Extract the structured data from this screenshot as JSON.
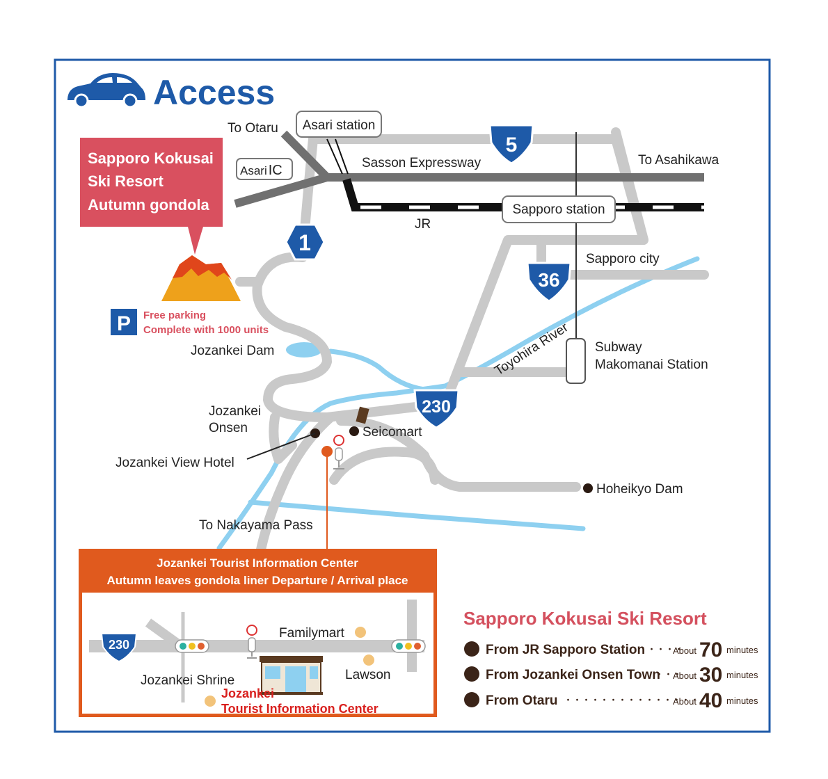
{
  "title": "Access",
  "colors": {
    "frame": "#1e5aa8",
    "road": "#c9c9c9",
    "expressway": "#707070",
    "river": "#8ed0f0",
    "shield": "#1e5aa8",
    "callout": "#d9505f",
    "mountain": "#eea11b",
    "info_box": "#e05a1e",
    "legend_title": "#d4505e",
    "legend_text": "#3b2418"
  },
  "icons": [
    "car-icon",
    "parking-icon",
    "mountain-icon",
    "bus-stop-icon",
    "traffic-light-icon",
    "building-icon"
  ],
  "resort_callout": {
    "line1": "Sapporo Kokusai",
    "line2": "Ski Resort",
    "line3": "Autumn gondola"
  },
  "parking": {
    "icon_letter": "P",
    "line1": "Free parking",
    "line2": "Complete with 1000 units"
  },
  "route_shields": {
    "r1": "1",
    "r5": "5",
    "r36": "36",
    "r230": "230"
  },
  "labels": {
    "to_otaru": "To Otaru",
    "asari_station": "Asari station",
    "asari_ic_part1": "Asari",
    "asari_ic_part2": "IC",
    "sasson_expressway": "Sasson Expressway",
    "to_asahikawa": "To Asahikawa",
    "sapporo_station": "Sapporo station",
    "jr": "JR",
    "sapporo_city": "Sapporo city",
    "toyohira_river": "Toyohira River",
    "subway_line1": "Subway",
    "subway_line2": "Makomanai Station",
    "jozankei_dam": "Jozankei Dam",
    "jozankei_onsen_line1": "Jozankei",
    "jozankei_onsen_line2": "Onsen",
    "seicomart": "Seicomart",
    "jozankei_view_hotel": "Jozankei View Hotel",
    "hoheikyo_dam": "Hoheikyo Dam",
    "to_nakayama_pass": "To Nakayama Pass"
  },
  "info_center": {
    "header_line1": "Jozankei Tourist Information Center",
    "header_line2": "Autumn leaves gondola liner Departure / Arrival place",
    "route": "230",
    "familymart": "Familymart",
    "lawson": "Lawson",
    "jozankei_shrine": "Jozankei Shrine",
    "center_line1": "Jozankei",
    "center_line2": "Tourist Information Center"
  },
  "legend": {
    "title": "Sapporo Kokusai Ski Resort",
    "rows": [
      {
        "label": "From JR Sapporo Station",
        "about": "About",
        "minutes": "70",
        "unit": "minutes"
      },
      {
        "label": "From Jozankei Onsen Town",
        "about": "About",
        "minutes": "30",
        "unit": "minutes"
      },
      {
        "label": "From Otaru",
        "about": "About",
        "minutes": "40",
        "unit": "minutes"
      }
    ]
  }
}
